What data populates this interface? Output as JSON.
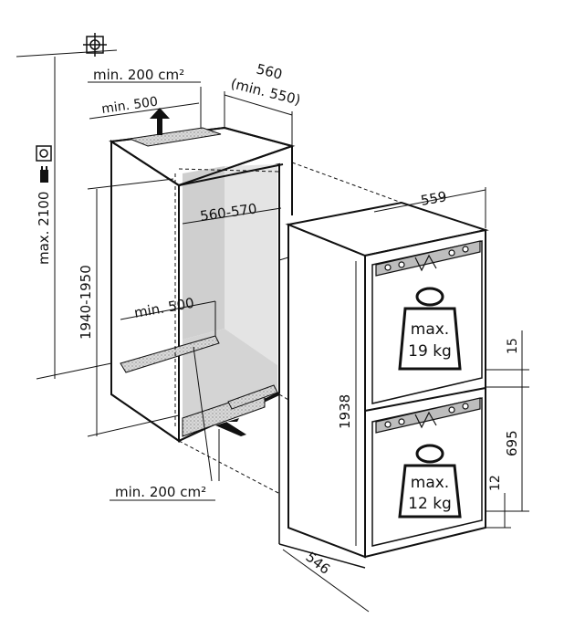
{
  "labels": {
    "vent_top_area": "min. 200 cm²",
    "vent_top_width": "min. 500",
    "niche_depth": "560",
    "niche_depth_min": "(min. 550)",
    "niche_width": "560-570",
    "niche_height": "1940-1950",
    "max_height": "max. 2100",
    "floor_depth": "min. 500",
    "vent_bottom_area": "min. 200 cm²",
    "appliance_width": "559",
    "appliance_height": "1938",
    "appliance_depth": "546",
    "gap_top": "15",
    "lower_section_height": "695",
    "base_gap": "12"
  },
  "weights": {
    "upper": {
      "line1": "max.",
      "line2": "19 kg"
    },
    "lower": {
      "line1": "max.",
      "line2": "12 kg"
    }
  },
  "icons": [
    "wall-mount-icon",
    "power-socket-icon",
    "plug-icon",
    "weight-icon",
    "airflow-arrow-icon"
  ]
}
